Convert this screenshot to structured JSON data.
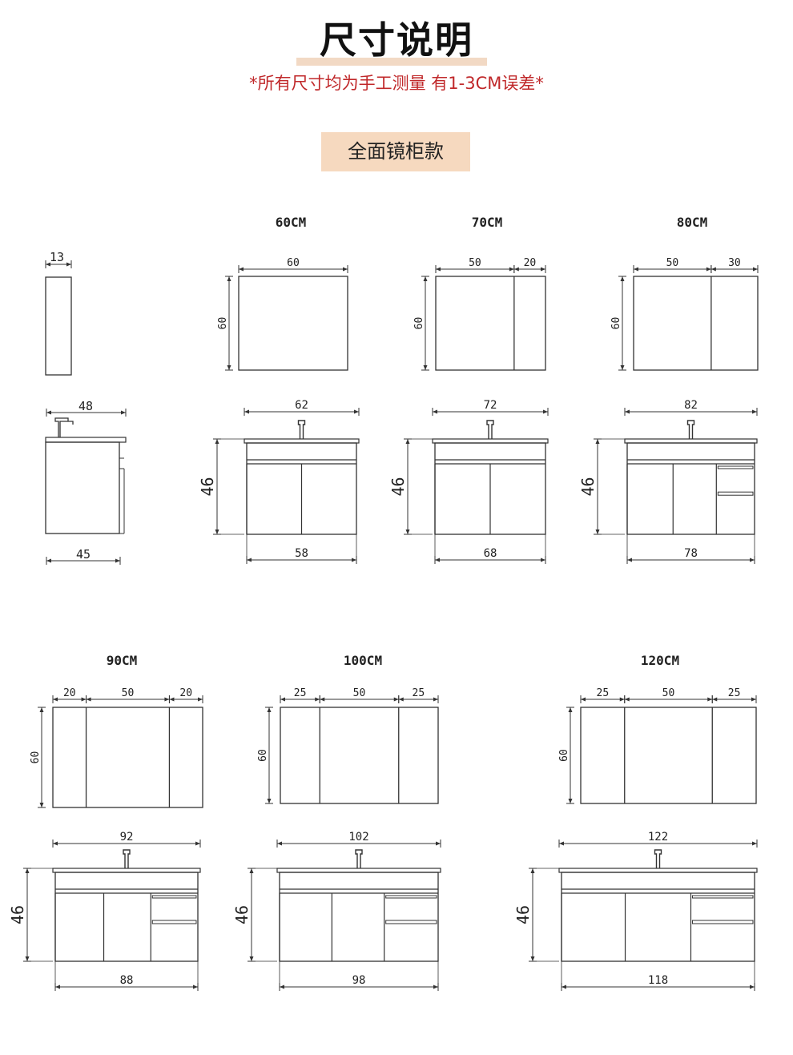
{
  "header": {
    "title": "尺寸说明",
    "note": "*所有尺寸均为手工测量 有1-3CM误差*",
    "section": "全面镜柜款"
  },
  "colors": {
    "title_underline": "#f2d9c4",
    "note_red": "#c0282a",
    "tag_bg": "#f6d9bf",
    "line": "#333333"
  },
  "units": "CM",
  "side_view": {
    "cabinet_depth": "13",
    "basin_depth": "48",
    "base_depth": "45"
  },
  "models": [
    {
      "size": "60CM",
      "mirror_widths": [
        "60"
      ],
      "mirror_height": "60",
      "top_width": "62",
      "base_width": "58",
      "height": "46"
    },
    {
      "size": "70CM",
      "mirror_widths": [
        "50",
        "20"
      ],
      "mirror_height": "60",
      "top_width": "72",
      "base_width": "68",
      "height": "46"
    },
    {
      "size": "80CM",
      "mirror_widths": [
        "50",
        "30"
      ],
      "mirror_height": "60",
      "top_width": "82",
      "base_width": "78",
      "height": "46"
    },
    {
      "size": "90CM",
      "mirror_widths": [
        "20",
        "50",
        "20"
      ],
      "mirror_height": "60",
      "top_width": "92",
      "base_width": "88",
      "height": "46"
    },
    {
      "size": "100CM",
      "mirror_widths": [
        "25",
        "50",
        "25"
      ],
      "mirror_height": "60",
      "top_width": "102",
      "base_width": "98",
      "height": "46"
    },
    {
      "size": "120CM",
      "mirror_widths": [
        "25",
        "50",
        "25"
      ],
      "mirror_height": "60",
      "top_width": "122",
      "base_width": "118",
      "height": "46"
    }
  ]
}
